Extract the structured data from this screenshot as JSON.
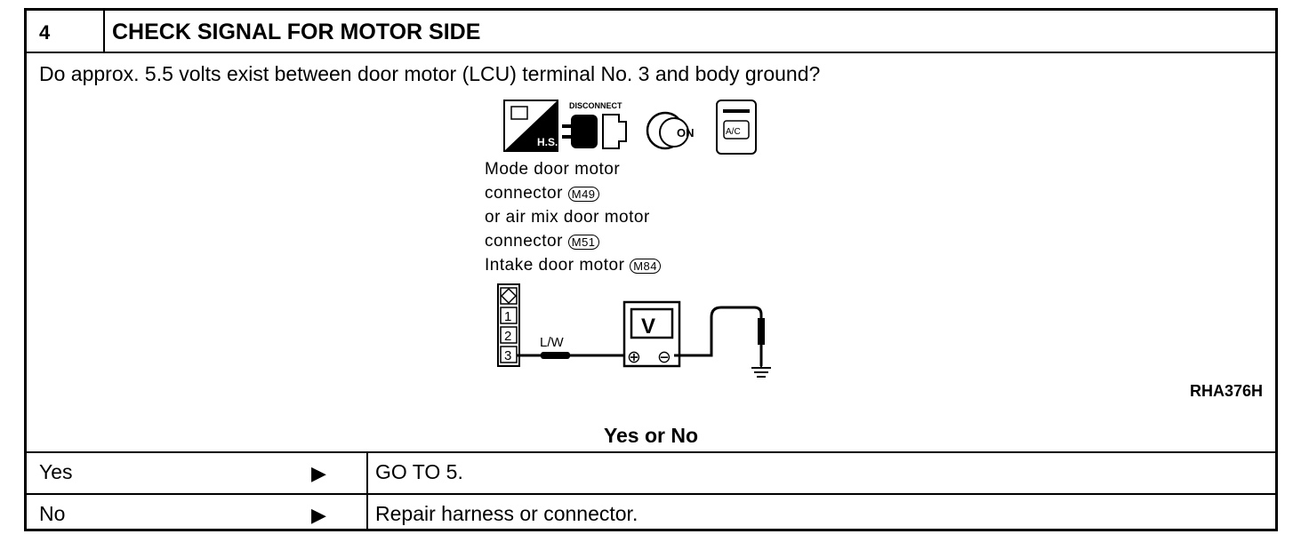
{
  "step": {
    "number": "4",
    "title": "CHECK SIGNAL FOR MOTOR SIDE"
  },
  "question": "Do approx. 5.5 volts exist between door motor (LCU) terminal No. 3 and body ground?",
  "icons": {
    "hs_label": "H.S.",
    "disconnect_label": "DISCONNECT",
    "ignition_label": "ON",
    "ac_label": "A/C"
  },
  "connectors": {
    "line1": "Mode door motor",
    "line2": "connector",
    "line2_code": "M49",
    "line3": "or air mix door motor",
    "line4": "connector",
    "line4_code": "M51",
    "line5": "Intake door motor",
    "line5_code": "M84"
  },
  "diagram": {
    "terminals": [
      "1",
      "2",
      "3"
    ],
    "wire_label": "L/W",
    "meter_label": "V",
    "plus": "⊕",
    "minus": "⊖"
  },
  "reference": "RHA376H",
  "prompt": "Yes or No",
  "outcomes": [
    {
      "label": "Yes",
      "arrow": "▶",
      "action": "GO TO 5."
    },
    {
      "label": "No",
      "arrow": "▶",
      "action": "Repair harness or connector."
    }
  ]
}
